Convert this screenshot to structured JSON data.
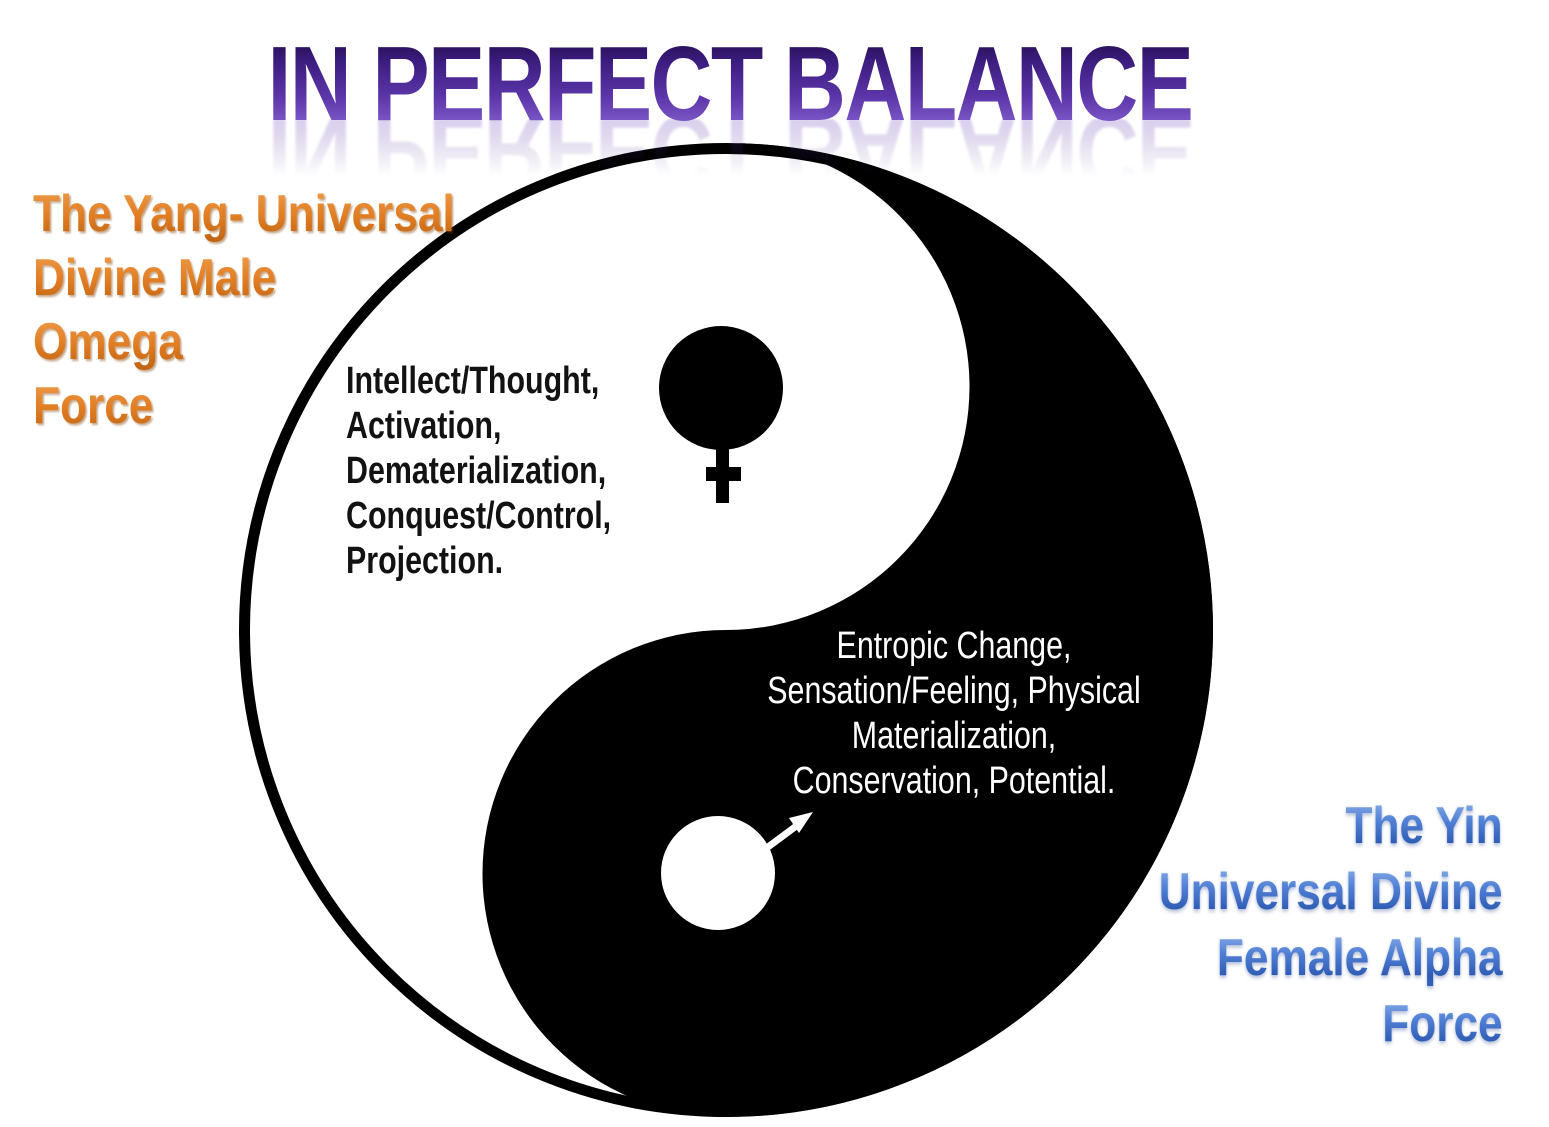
{
  "slide": {
    "title": "IN PERFECT BALANCE"
  },
  "yang": {
    "label_lines": [
      "The Yang- Universal",
      "Divine Male",
      "Omega",
      "Force"
    ],
    "attribute_lines": [
      "Intellect/Thought,",
      "Activation,",
      "Dematerialization,",
      "Conquest/Control,",
      "Projection."
    ]
  },
  "yin": {
    "label_lines": [
      "The Yin",
      "Universal Divine",
      "Female Alpha",
      "Force"
    ],
    "attribute_lines": [
      "Entropic Change,",
      "Sensation/Feeling, Physical",
      "Materialization,",
      "Conservation, Potential."
    ]
  },
  "icons": {
    "yinyang": "yin-yang-symbol",
    "female": "female-symbol",
    "male": "male-symbol"
  },
  "colors": {
    "title_purple_dark": "#1D0A3E",
    "title_purple_mid": "#5C35A8",
    "title_purple_light": "#8E6BD8",
    "yang_orange": "#E07C22",
    "yin_blue": "#3A68C0",
    "symbol_black": "#000000",
    "symbol_white": "#FFFFFF",
    "background": "#FFFFFF"
  }
}
